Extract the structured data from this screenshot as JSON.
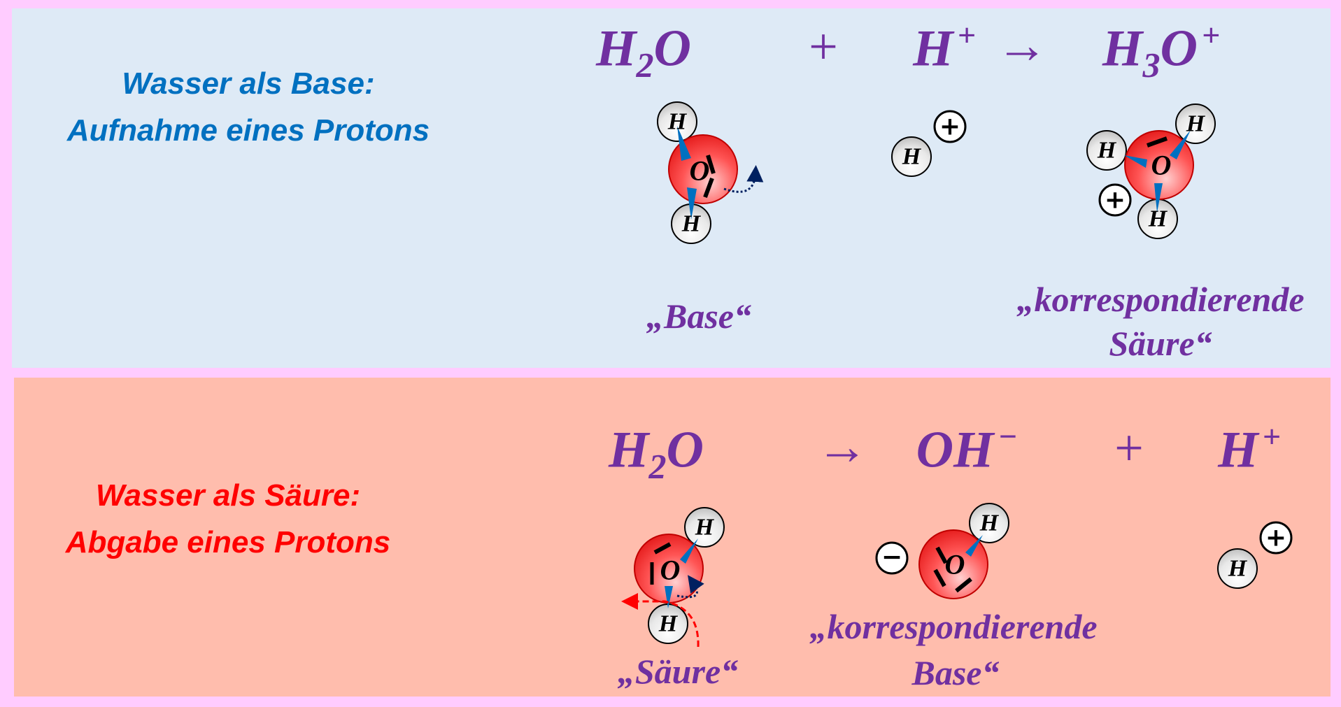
{
  "top": {
    "title_line1": "Wasser als Base:",
    "title_line2": "Aufnahme eines Protons",
    "equation": {
      "reactant1": {
        "main": "H",
        "sub": "2",
        "tail": "O"
      },
      "plus": "+",
      "reactant2": {
        "main": "H",
        "sup": "+"
      },
      "arrow": "→",
      "product": {
        "main": "H",
        "sub": "3",
        "tail": "O",
        "sup": "+"
      }
    },
    "label_base": "„Base“",
    "label_acid_line1": "„korrespondierende",
    "label_acid_line2": "Säure“"
  },
  "bottom": {
    "title_line1": "Wasser als Säure:",
    "title_line2": "Abgabe eines Protons",
    "equation": {
      "reactant": {
        "main": "H",
        "sub": "2",
        "tail": "O"
      },
      "arrow": "→",
      "product1": {
        "main": "OH",
        "sup": "−"
      },
      "plus": "+",
      "product2": {
        "main": "H",
        "sup": "+"
      }
    },
    "label_acid": "„Säure“",
    "label_base_line1": "„korrespondierende",
    "label_base_line2": "Base“"
  },
  "atoms": {
    "hydrogen": "H",
    "oxygen": "O",
    "plus": "+",
    "minus": "−"
  },
  "colors": {
    "blue_text": "#0070c0",
    "red_text": "#ff0000",
    "formula": "#7030a0",
    "top_bg": "#deeaf6",
    "bottom_bg": "#ffbdad",
    "border": "#ffccff"
  }
}
